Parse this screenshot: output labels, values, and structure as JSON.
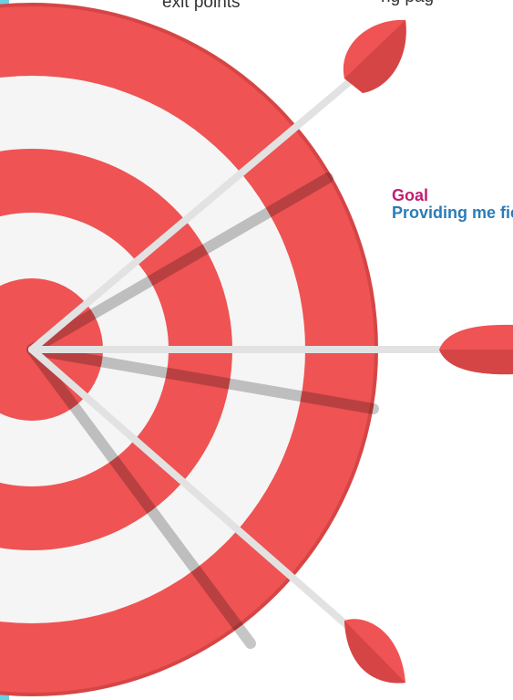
{
  "captions": {
    "top_left_prefix": "",
    "top_left_label": "exit points",
    "top_right_partial": "ng pag"
  },
  "goal": {
    "label": "Goal",
    "text": "Providing me fields"
  },
  "colors": {
    "accent_bar": "#6ccfdf",
    "ring_red": "#ef5353",
    "ring_white": "#f5f5f5",
    "goal_label": "#c21e72",
    "goal_text": "#2a7cb8"
  },
  "icons": {
    "target": "dartboard-target-icon",
    "arrows": [
      "arrow-icon",
      "arrow-icon",
      "arrow-icon"
    ]
  }
}
